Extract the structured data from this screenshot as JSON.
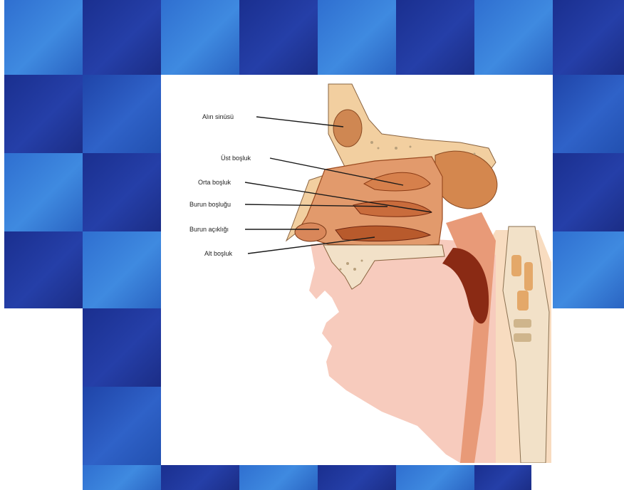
{
  "colors": {
    "tile_dark": "#1a2f8f",
    "tile_light": "#3f8ae0",
    "bone": "#f2cfa0",
    "sinus": "#cf8752",
    "cavity": "#e29a6c",
    "mucosa": "#a94a22",
    "skin": "#f6c8bc"
  },
  "labels": [
    {
      "id": "alin-sinusu",
      "text": "Alın sinüsü"
    },
    {
      "id": "ust-bosluk",
      "text": "Üst boşluk"
    },
    {
      "id": "orta-bosluk",
      "text": "Orta boşluk"
    },
    {
      "id": "burun-boslugu",
      "text": "Burun boşluğu"
    },
    {
      "id": "burun-acikligi",
      "text": "Burun açıklığı"
    },
    {
      "id": "alt-bosluk",
      "text": "Alt boşluk"
    }
  ]
}
